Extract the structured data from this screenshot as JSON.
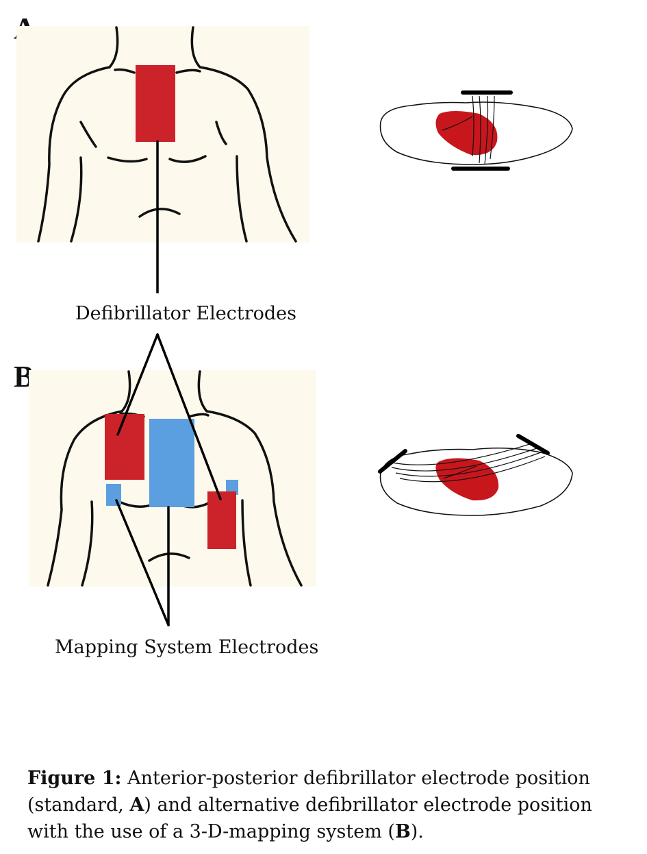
{
  "panels": {
    "a": {
      "letter": "A"
    },
    "b": {
      "letter": "B"
    }
  },
  "labels": {
    "defibrillator": "Defibrillator Electrodes",
    "mapping": "Mapping System Electrodes"
  },
  "caption": {
    "lead": "Figure 1:",
    "part1": " Anterior-posterior defibrillator electrode position (standard, ",
    "ref_a": "A",
    "part2": ") and alternative defibrillator electrode position with the use of a 3-D-mapping system (",
    "ref_b": "B",
    "part3": ")."
  },
  "colors": {
    "defibrillator_pad": "#cc2229",
    "mapping_pad": "#5b9fe0",
    "heart": "#c8161d",
    "torso_background": "#fdf9ec"
  }
}
